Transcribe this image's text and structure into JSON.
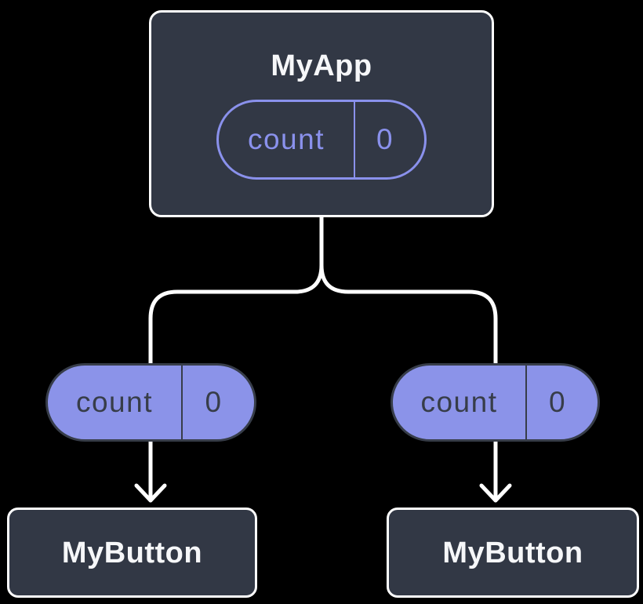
{
  "colors": {
    "background": "#000000",
    "card": "#323845",
    "card-border": "#ffffff",
    "line": "#ffffff",
    "accent": "#8a91ec",
    "pill-fill": "#8b93e9",
    "pill-dark": "#373d49",
    "title-text": "#f6f7f9"
  },
  "tree": {
    "root": {
      "title": "MyApp",
      "state_pill": {
        "label": "count",
        "value": "0"
      }
    },
    "prop_pills": [
      {
        "label": "count",
        "value": "0"
      },
      {
        "label": "count",
        "value": "0"
      }
    ],
    "leaves": [
      {
        "title": "MyButton"
      },
      {
        "title": "MyButton"
      }
    ]
  }
}
